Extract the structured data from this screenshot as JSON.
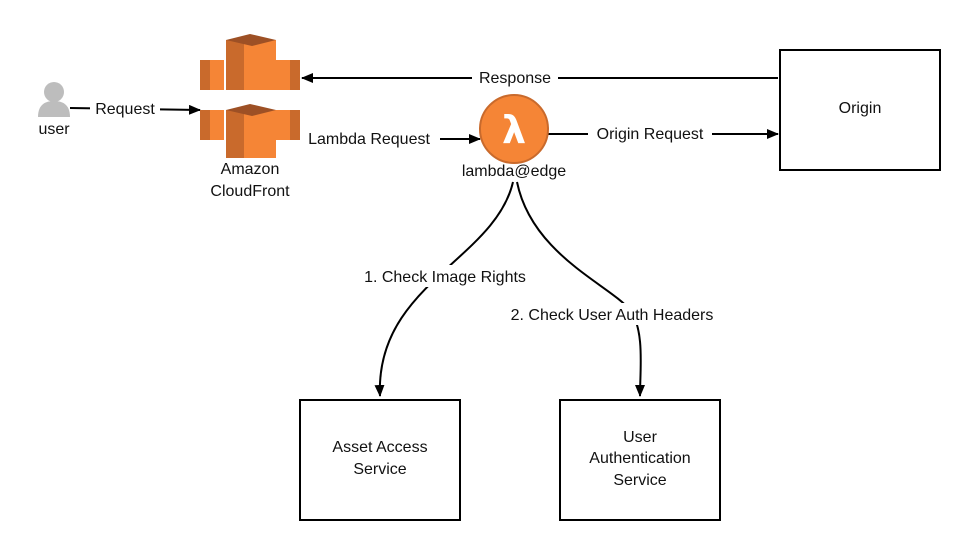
{
  "nodes": {
    "user": {
      "label": "user"
    },
    "cloudfront": {
      "label_line1": "Amazon",
      "label_line2": "CloudFront"
    },
    "lambda": {
      "label": "lambda@edge",
      "symbol": "λ"
    },
    "origin": {
      "label": "Origin"
    },
    "asset_service": {
      "label_line1": "Asset Access",
      "label_line2": "Service"
    },
    "auth_service": {
      "label_line1": "User",
      "label_line2": "Authentication",
      "label_line3": "Service"
    }
  },
  "edges": {
    "request": "Request",
    "response": "Response",
    "lambda_request": "Lambda Request",
    "origin_request": "Origin Request",
    "check_image_rights": "1. Check Image Rights",
    "check_auth_headers": "2. Check User Auth Headers"
  },
  "colors": {
    "aws_orange": "#F58536",
    "aws_orange_dark": "#9D5025",
    "aws_orange_mid": "#C96A2C",
    "user_gray": "#BDBDBD"
  }
}
